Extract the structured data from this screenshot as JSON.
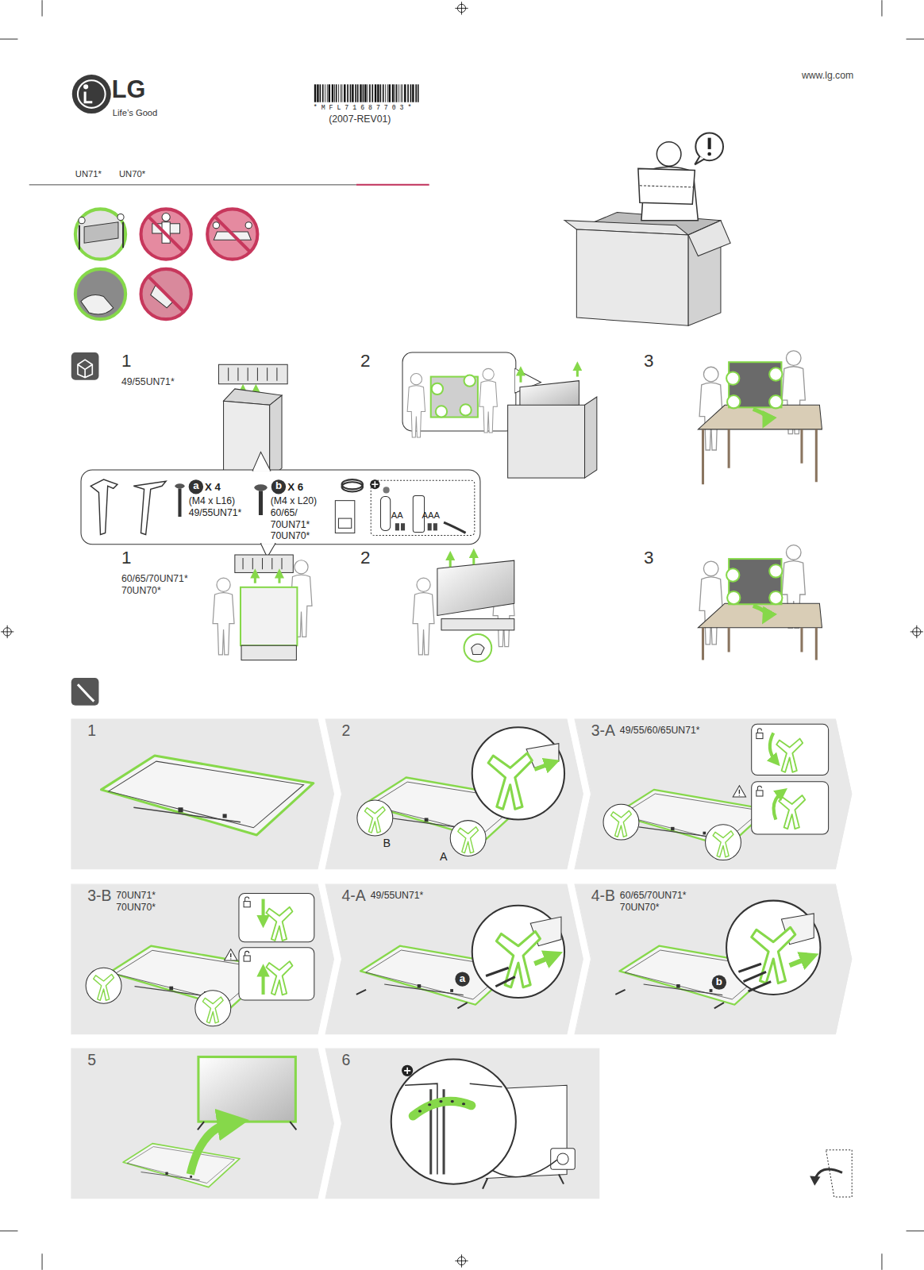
{
  "diagram": {
    "nodes": [
      {
        "text": [
          "X 4",
          "(M4 x L16) 49/55UN71*",
          "X 6",
          "(M4 x L20) 60/65/ 70UN71* 70UN70*"
        ]
      },
      {
        "text": [
          "1"
        ]
      },
      {
        "text": [
          "2"
        ]
      },
      {
        "text": [
          "3-A",
          "49/55/60/65UN71*"
        ]
      },
      {
        "text": [
          "3-B",
          "70UN71* 70UN70*"
        ]
      },
      {
        "text": [
          "4-A",
          "49/55UN71*"
        ]
      },
      {
        "text": [
          "4-B",
          "60/65/70UN71* 70UN70*"
        ]
      },
      {
        "text": [
          "5"
        ]
      },
      {
        "text": [
          "6"
        ]
      }
    ],
    "labels": [
      "www.lg.com",
      "LG",
      "Life’s Good",
      "*MFL71687703*",
      "(2007-REV01)",
      "UN71*",
      "UN70*",
      "1",
      "49/55UN71*",
      "2",
      "3",
      "a",
      "b",
      "AA",
      "AAA",
      "1",
      "60/65/70UN71* 70UN70*",
      "2",
      "3",
      "B",
      "A",
      "a",
      "b"
    ]
  }
}
